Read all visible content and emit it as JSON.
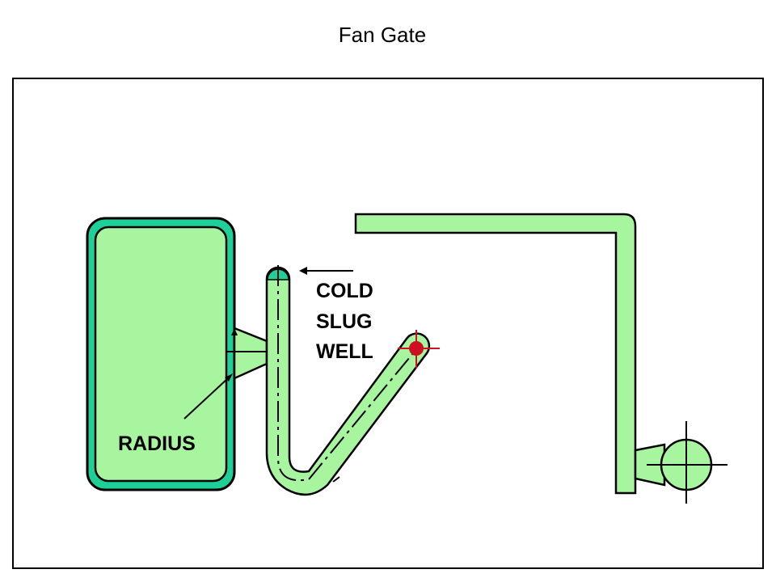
{
  "title": "Fan Gate",
  "labels": {
    "cold": "COLD",
    "slug": "SLUG",
    "well": "WELL",
    "radius": "RADIUS"
  },
  "colors": {
    "fill_light": "#a8f5a0",
    "fill_teal": "#1fcf98",
    "sprue_mark": "#cc1122",
    "outline": "#000000"
  }
}
